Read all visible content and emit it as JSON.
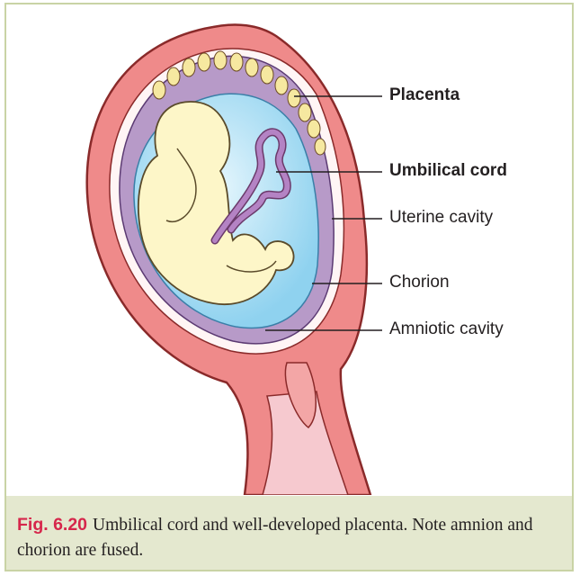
{
  "figure": {
    "labels": {
      "placenta": "Placenta",
      "umbilical_cord": "Umbilical cord",
      "uterine_cavity": "Uterine cavity",
      "chorion": "Chorion",
      "amniotic_cavity": "Amniotic cavity"
    }
  },
  "caption": {
    "number": "Fig. 6.20",
    "text": "Umbilical cord and well-developed placenta. Note amnion and chorion are fused."
  },
  "colors": {
    "uterus_wall": "#ef8a8a",
    "placenta": "#b79ac8",
    "amniotic_fluid": "#a7dcf2",
    "fetus": "#fdf6c8",
    "caption_bg": "#e4e8cf",
    "fig_number": "#d6264b"
  }
}
